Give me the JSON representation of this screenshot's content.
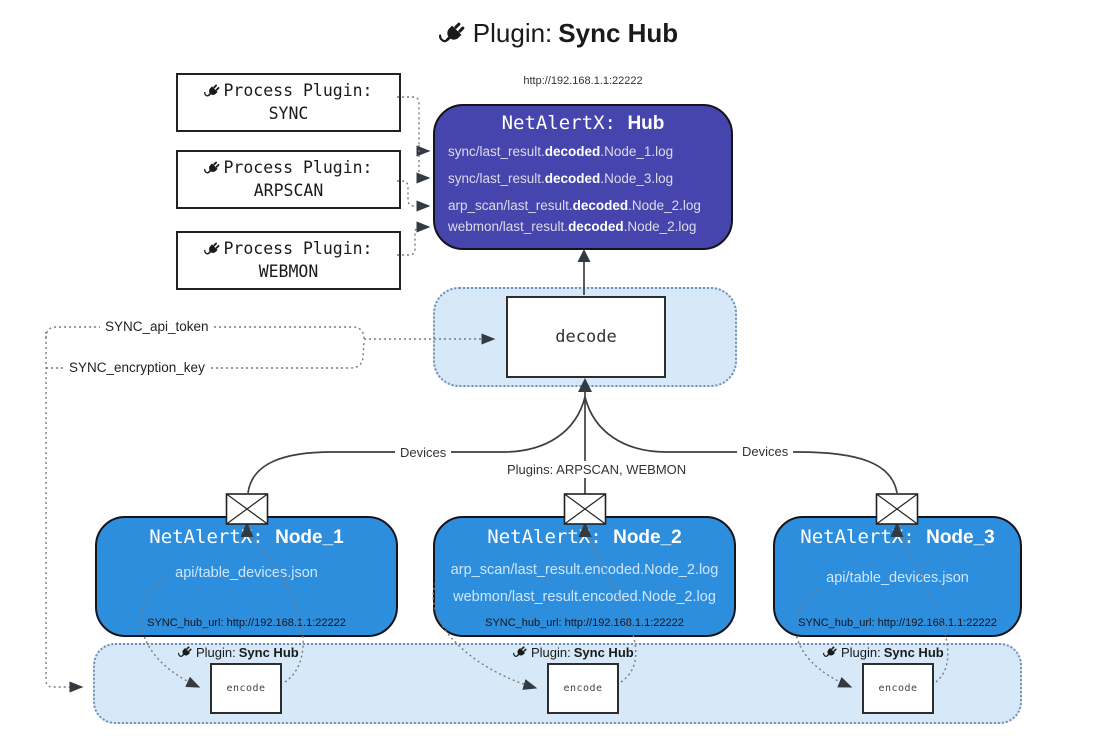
{
  "title": {
    "label": "Plugin:",
    "name": "Sync Hub"
  },
  "process_plugins": {
    "label": "Process Plugin:",
    "items": [
      "SYNC",
      "ARPSCAN",
      "WEBMON"
    ]
  },
  "hub": {
    "url": "http://192.168.1.1:22222",
    "app": "NetAlertX:",
    "name": "Hub",
    "entries": [
      {
        "pre": "sync/last_result.",
        "bold": "decoded",
        "post": ".Node_1.log"
      },
      {
        "pre": "sync/last_result.",
        "bold": "decoded",
        "post": ".Node_3.log"
      },
      {
        "pre": "arp_scan/last_result.",
        "bold": "decoded",
        "post": ".Node_2.log"
      },
      {
        "pre": "webmon/last_result.",
        "bold": "decoded",
        "post": ".Node_2.log"
      }
    ]
  },
  "decode": {
    "label": "decode"
  },
  "tokens": {
    "api_token": "SYNC_api_token",
    "encryption_key": "SYNC_encryption_key"
  },
  "edges": {
    "devices_left": "Devices",
    "devices_right": "Devices",
    "plugins": "Plugins: ARPSCAN, WEBMON"
  },
  "nodes": [
    {
      "app": "NetAlertX:",
      "name": "Node_1",
      "lines": [
        "api/table_devices.json"
      ],
      "hub_url": "SYNC_hub_url: http://192.168.1.1:22222"
    },
    {
      "app": "NetAlertX:",
      "name": "Node_2",
      "lines": [
        "arp_scan/last_result.encoded.Node_2.log",
        "webmon/last_result.encoded.Node_2.log"
      ],
      "hub_url": "SYNC_hub_url: http://192.168.1.1:22222"
    },
    {
      "app": "NetAlertX:",
      "name": "Node_3",
      "lines": [
        "api/table_devices.json"
      ],
      "hub_url": "SYNC_hub_url: http://192.168.1.1:22222"
    }
  ],
  "encoder": {
    "plugin_label": "Plugin:",
    "plugin_name": "Sync Hub",
    "encode_label": "encode"
  },
  "colors": {
    "hub_bg": "#4545ad",
    "node_bg": "#2e8ede",
    "container_bg": "#d7e9f9",
    "container_border": "#6e90b4",
    "solid_line": "#3f3f3f",
    "dotted_line": "#7a7a7a",
    "arrow_fill": "#333a42"
  }
}
